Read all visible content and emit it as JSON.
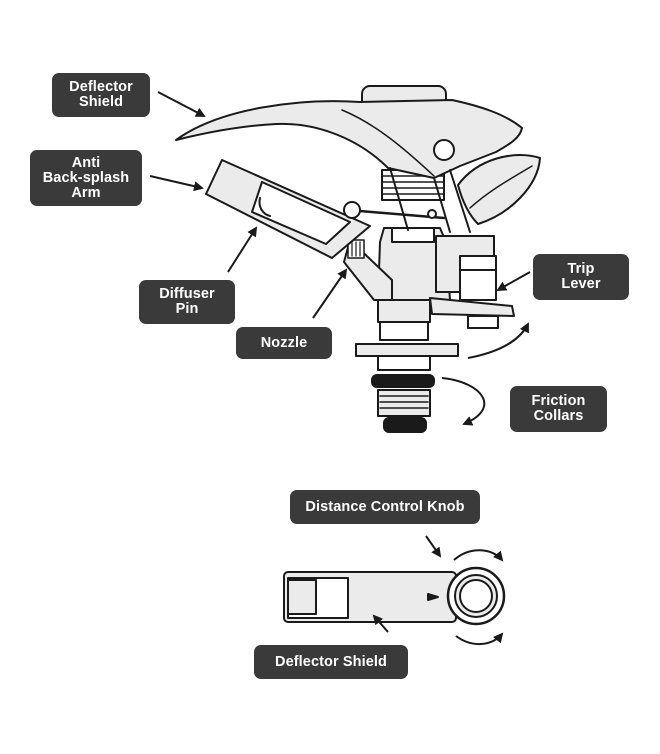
{
  "upper_callouts": {
    "deflector_shield": {
      "lines": [
        "Deflector",
        "Shield"
      ]
    },
    "anti_backsplash_arm": {
      "lines": [
        "Anti",
        "Back-splash",
        "Arm"
      ]
    },
    "diffuser_pin": {
      "lines": [
        "Diffuser",
        "Pin"
      ]
    },
    "nozzle": {
      "lines": [
        "Nozzle"
      ]
    },
    "trip_lever": {
      "lines": [
        "Trip",
        "Lever"
      ]
    },
    "friction_collars": {
      "lines": [
        "Friction",
        "Collars"
      ]
    }
  },
  "lower_callouts": {
    "distance_control_knob": {
      "label": "Distance Control Knob"
    },
    "deflector_shield": {
      "label": "Deflector Shield"
    }
  },
  "colors": {
    "label_bg": "#3a3a3a",
    "label_text": "#ffffff",
    "part_fill": "#ebebeb",
    "outline": "#1a1a1a"
  }
}
